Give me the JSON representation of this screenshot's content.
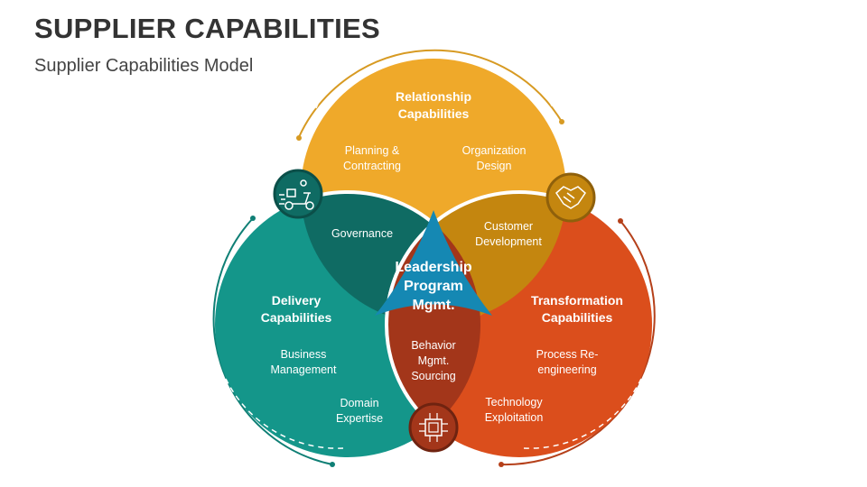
{
  "title": "SUPPLIER CAPABILITIES",
  "subtitle": "Supplier Capabilities Model",
  "colors": {
    "relationship": "#efa92a",
    "delivery": "#14968a",
    "transformation": "#db4e1c",
    "governance": "#0f6b63",
    "customer": "#c4860f",
    "behavior": "#a3361a",
    "center": "#1588b3"
  },
  "relationship": {
    "title": [
      "Relationship",
      "Capabilities"
    ],
    "items": [
      [
        "Planning &",
        "Contracting"
      ],
      [
        "Organization",
        "Design"
      ]
    ],
    "icon": "handshake-icon"
  },
  "delivery": {
    "title": [
      "Delivery",
      "Capabilities"
    ],
    "items": [
      [
        "Business",
        "Management"
      ],
      [
        "Domain",
        "Expertise"
      ]
    ],
    "icon": "delivery-scooter-icon"
  },
  "transformation": {
    "title": [
      "Transformation",
      "Capabilities"
    ],
    "items": [
      [
        "Process Re-",
        "engineering"
      ],
      [
        "Technology",
        "Exploitation"
      ]
    ],
    "icon": "chip-icon"
  },
  "overlaps": {
    "governance": [
      "Governance"
    ],
    "customer": [
      "Customer",
      "Development"
    ],
    "behavior": [
      "Behavior",
      "Mgmt.",
      "Sourcing"
    ]
  },
  "center": [
    "Leadership",
    "Program",
    "Mgmt."
  ]
}
